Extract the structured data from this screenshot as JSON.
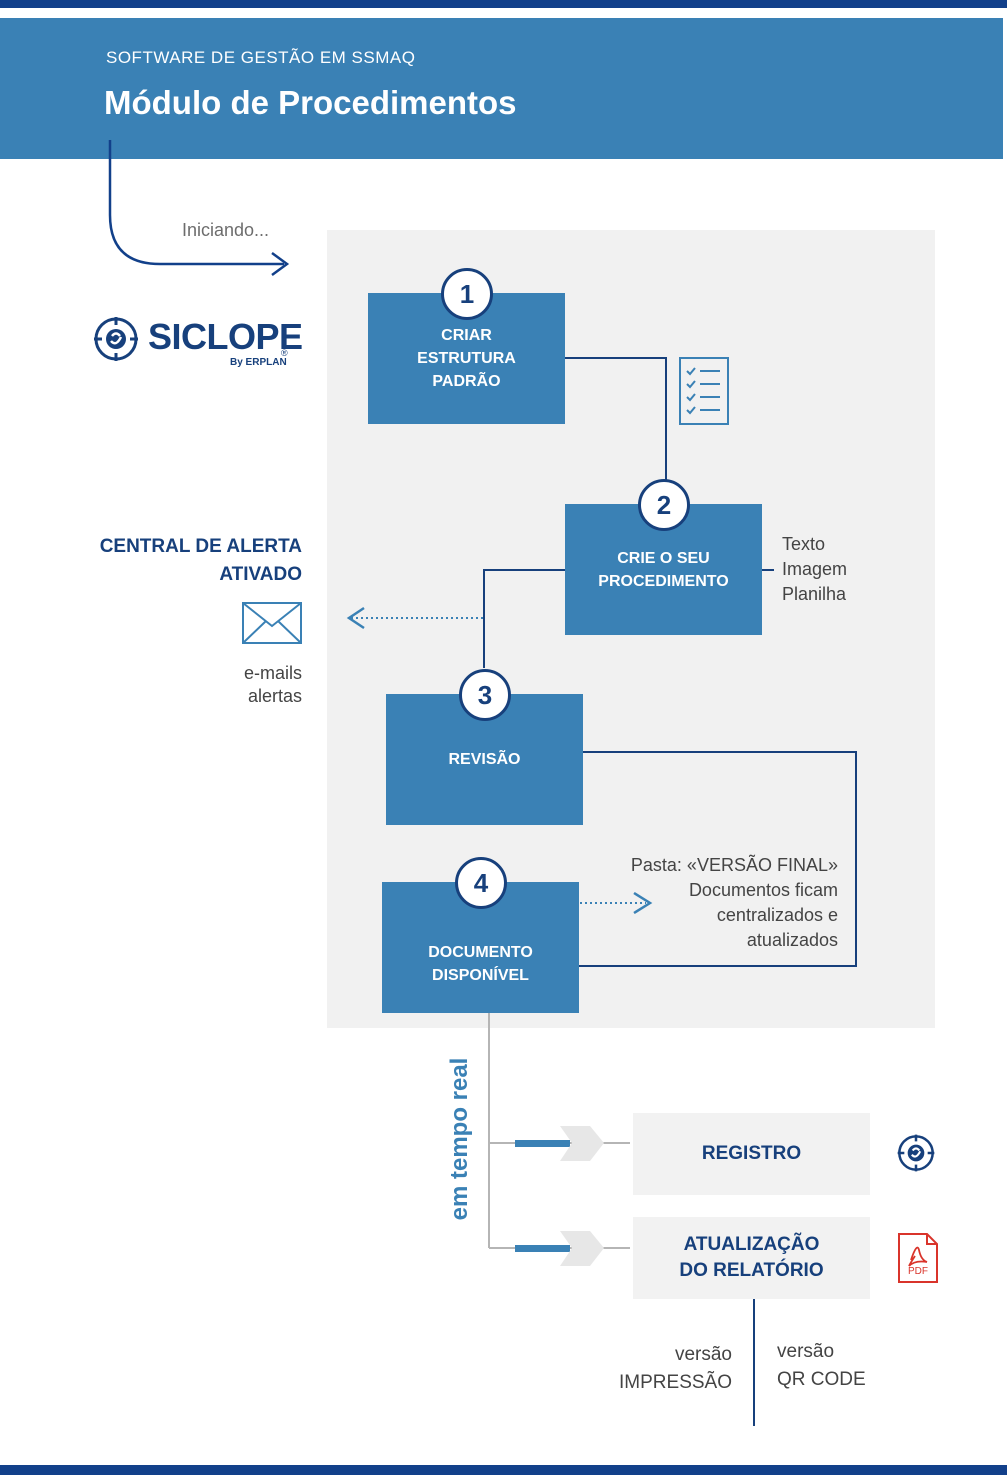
{
  "header": {
    "subtitle": "SOFTWARE DE GESTÃO EM SSMAQ",
    "title": "Módulo de Procedimentos"
  },
  "start_label": "Iniciando...",
  "logo": {
    "name": "SICLOPE",
    "registered": "®",
    "byline": "By ERPLAN"
  },
  "steps": [
    {
      "number": "1",
      "lines": [
        "CRIAR",
        "ESTRUTURA",
        "PADRÃO"
      ]
    },
    {
      "number": "2",
      "lines": [
        "CRIE O SEU",
        "PROCEDIMENTO"
      ]
    },
    {
      "number": "3",
      "lines": [
        "REVISÃO"
      ]
    },
    {
      "number": "4",
      "lines": [
        "DOCUMENTO",
        "DISPONÍVEL"
      ]
    }
  ],
  "step2_types": [
    "Texto",
    "Imagem",
    "Planilha"
  ],
  "alert": {
    "title_lines": [
      "CENTRAL DE ALERTA",
      "ATIVADO"
    ],
    "caption_lines": [
      "e-mails",
      "alertas"
    ]
  },
  "final_folder": [
    "Pasta: «VERSÃO FINAL»",
    "Documentos ficam",
    "centralizados e",
    "atualizados"
  ],
  "realtime_label": "em tempo real",
  "outputs": [
    {
      "lines": [
        "REGISTRO"
      ],
      "icon": "siclope-icon"
    },
    {
      "lines": [
        "ATUALIZAÇÃO",
        "DO RELATÓRIO"
      ],
      "icon": "pdf-icon",
      "icon_text": "PDF"
    }
  ],
  "versions": {
    "left": [
      "versão",
      "IMPRESSÃO"
    ],
    "right": [
      "versão",
      "QR CODE"
    ]
  },
  "colors": {
    "header_blue": "#3a81b5",
    "navy": "#17407c",
    "box_blue": "#3a81b5",
    "panel_gray": "#f1f1f1",
    "pdf_red": "#d9342b"
  }
}
